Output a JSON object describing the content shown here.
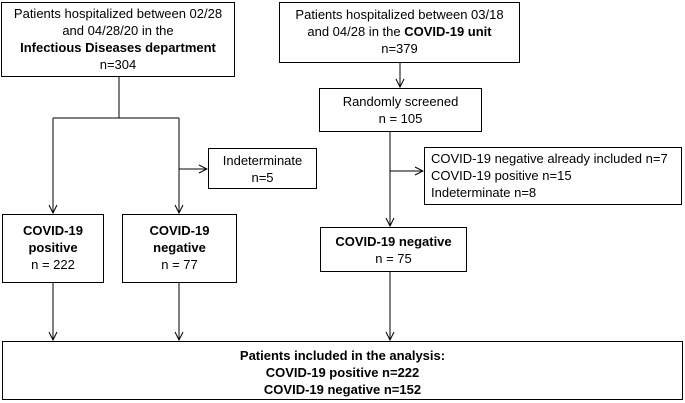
{
  "boxes": {
    "infectious": {
      "line1": "Patients hospitalized between 02/28",
      "line2": "and 04/28/20 in the",
      "line3": "Infectious Diseases department",
      "line4": "n=304"
    },
    "covid_unit": {
      "line1": "Patients hospitalized between 03/18",
      "line2a": "and 04/28 in the ",
      "line2b": "COVID-19 unit",
      "line3": "n=379"
    },
    "randomly": {
      "line1": "Randomly screened",
      "line2": "n = 105"
    },
    "indeterminate": {
      "line1": "Indeterminate",
      "line2": "n=5"
    },
    "excluded": {
      "line1": "COVID-19 negative already included n=7",
      "line2": "COVID-19 positive n=15",
      "line3": "Indeterminate n=8"
    },
    "pos": {
      "line1": "COVID-19",
      "line2": "positive",
      "line3": "n = 222"
    },
    "neg": {
      "line1": "COVID-19",
      "line2": "negative",
      "line3": "n = 77"
    },
    "neg2": {
      "line1": "COVID-19 negative",
      "line2": "n = 75"
    },
    "analysis": {
      "line1": "Patients included in the analysis:",
      "line2": "COVID-19 positive n=222",
      "line3": "COVID-19 negative n=152"
    }
  }
}
